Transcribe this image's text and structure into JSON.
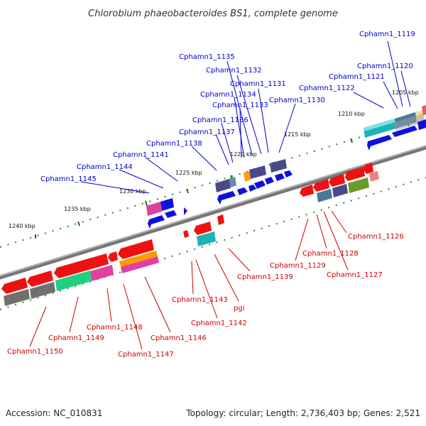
{
  "title": "Chlorobium phaeobacteroides BS1, complete genome",
  "footer": {
    "accession": "Accession: NC_010831",
    "stats": "Topology: circular; Length: 2,736,403 bp; Genes: 2,521"
  },
  "colors": {
    "forward_label": "#0000cc",
    "reverse_label": "#cc0000",
    "backbone": "#8a8a8a",
    "tick": "#1a7a1a"
  },
  "ticks": [
    "1240 kbp",
    "1235 kbp",
    "1230 kbp",
    "1225 kbp",
    "1220 kbp",
    "1215 kbp",
    "1210 kbp",
    "1205 kbp"
  ],
  "genes_top": [
    "Cphamn1_1119",
    "Cphamn1_1120",
    "Cphamn1_1121",
    "Cphamn1_1122",
    "Cphamn1_1130",
    "Cphamn1_1131",
    "Cphamn1_1132",
    "Cphamn1_1133",
    "Cphamn1_1134",
    "Cphamn1_1135",
    "Cphamn1_1136",
    "Cphamn1_1137",
    "Cphamn1_1138",
    "Cphamn1_1141",
    "Cphamn1_1144",
    "Cphamn1_1145"
  ],
  "genes_bottom": [
    "Cphamn1_1126",
    "Cphamn1_1127",
    "Cphamn1_1128",
    "Cphamn1_1129",
    "Cphamn1_1139",
    "pgi",
    "Cphamn1_1142",
    "Cphamn1_1143",
    "Cphamn1_1146",
    "Cphamn1_1147",
    "Cphamn1_1148",
    "Cphamn1_1149",
    "Cphamn1_1150"
  ]
}
